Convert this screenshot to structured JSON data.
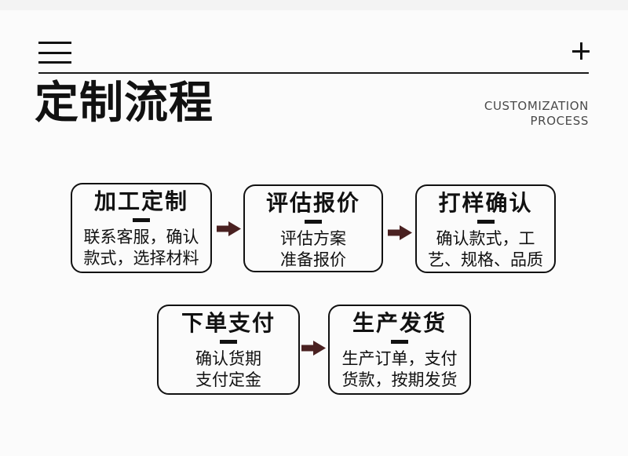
{
  "page": {
    "background": "#fbfbfb",
    "top_strip_color": "#f3f3f3"
  },
  "header": {
    "menu_icon": "hamburger-icon",
    "plus_icon": "plus-icon",
    "rule_color": "#1a1a1a"
  },
  "title": {
    "text": "定制流程",
    "subtitle_line1": "CUSTOMIZATION",
    "subtitle_line2": "PROCESS",
    "subtitle_color": "#4a4a4a"
  },
  "flow": {
    "arrow_color": "#4a2121",
    "box_border_color": "#111111",
    "steps": [
      {
        "title": "加工定制",
        "desc_line1": "联系客服，确认",
        "desc_line2": "款式，选择材料"
      },
      {
        "title": "评估报价",
        "desc_line1": "评估方案",
        "desc_line2": "准备报价"
      },
      {
        "title": "打样确认",
        "desc_line1": "确认款式，工",
        "desc_line2": "艺、规格、品质"
      },
      {
        "title": "下单支付",
        "desc_line1": "确认货期",
        "desc_line2": "支付定金"
      },
      {
        "title": "生产发货",
        "desc_line1": "生产订单，支付",
        "desc_line2": "货款，按期发货"
      }
    ]
  }
}
